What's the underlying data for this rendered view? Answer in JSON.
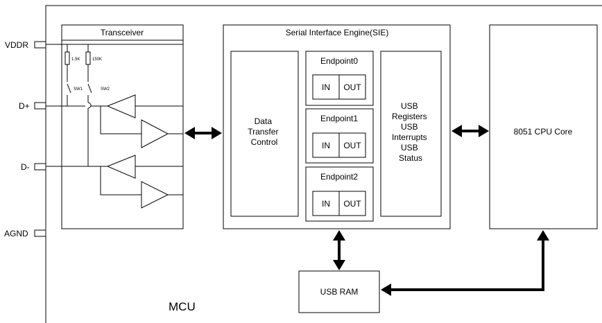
{
  "pins": {
    "vddr": "VDDR",
    "dplus": "D+",
    "dminus": "D-",
    "agnd": "AGND"
  },
  "transceiver": {
    "title": "Transceiver",
    "r1_label": "1.5K",
    "r2_label": "150K",
    "sw1_label": "SW1",
    "sw2_label": "SW2"
  },
  "sie": {
    "title": "Serial Interface Engine(SIE)",
    "data_transfer_control": [
      "Data",
      "Transfer",
      "Control"
    ],
    "endpoints": [
      {
        "title": "Endpoint0",
        "in_label": "IN",
        "out_label": "OUT"
      },
      {
        "title": "Endpoint1",
        "in_label": "IN",
        "out_label": "OUT"
      },
      {
        "title": "Endpoint2",
        "in_label": "IN",
        "out_label": "OUT"
      }
    ],
    "usb_block": [
      "USB",
      "Registers",
      "USB",
      "Interrupts",
      "USB",
      "Status"
    ]
  },
  "cpu": {
    "label": "8051 CPU Core"
  },
  "usb_ram": {
    "label": "USB RAM"
  },
  "mcu_label": "MCU"
}
